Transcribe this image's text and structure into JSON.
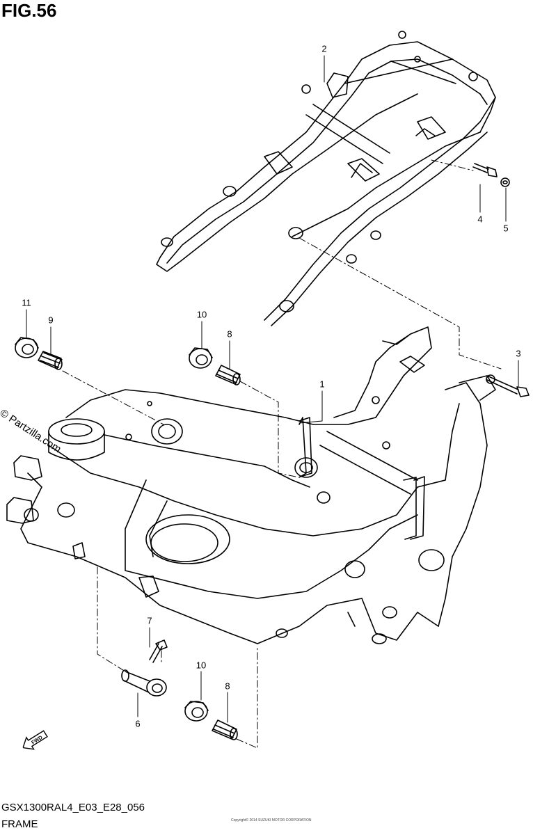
{
  "figure": {
    "title": "FIG.56",
    "model_code": "GSX1300RAL4_E03_E28_056",
    "group_name": "FRAME",
    "watermark": "© Partzilla.com",
    "fwd_label": "FWD",
    "fine_print": "Copyright© 2014 SUZUKI MOTOR CORPORATION"
  },
  "callouts": [
    {
      "id": "c2",
      "label": "2"
    },
    {
      "id": "c4",
      "label": "4"
    },
    {
      "id": "c5",
      "label": "5"
    },
    {
      "id": "c3",
      "label": "3"
    },
    {
      "id": "c1",
      "label": "1"
    },
    {
      "id": "c11",
      "label": "11"
    },
    {
      "id": "c9",
      "label": "9"
    },
    {
      "id": "c10a",
      "label": "10"
    },
    {
      "id": "c8a",
      "label": "8"
    },
    {
      "id": "c7",
      "label": "7"
    },
    {
      "id": "c10b",
      "label": "10"
    },
    {
      "id": "c8b",
      "label": "8"
    },
    {
      "id": "c6",
      "label": "6"
    }
  ]
}
